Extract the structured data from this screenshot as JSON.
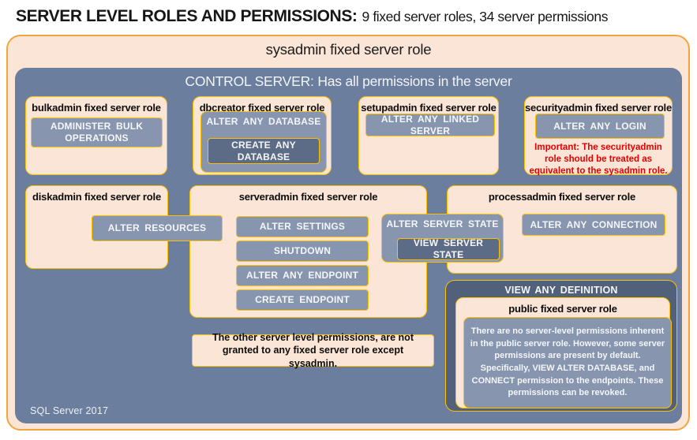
{
  "page_title": {
    "bold": "SERVER LEVEL ROLES AND PERMISSIONS:",
    "normal": "9 fixed server roles, 34 server permissions"
  },
  "sysadmin": {
    "title": "sysadmin fixed server role"
  },
  "control": {
    "title": "CONTROL SERVER: Has all permissions in the server",
    "footer": "SQL Server 2017"
  },
  "roles": {
    "bulkadmin": {
      "title": "bulkadmin fixed server role",
      "permission": "ADMINISTER BULK OPERATIONS"
    },
    "dbcreator": {
      "title": "dbcreator fixed server role",
      "outer_permission": "ALTER ANY DATABASE",
      "inner_permission": "CREATE ANY DATABASE"
    },
    "setupadmin": {
      "title": "setupadmin fixed server role",
      "permission": "ALTER ANY LINKED SERVER"
    },
    "securityadmin": {
      "title": "securityadmin fixed server role",
      "permission": "ALTER ANY LOGIN",
      "warning": "Important: The securityadmin role should be treated as equivalent to the sysadmin role."
    },
    "diskadmin": {
      "title": "diskadmin fixed server role",
      "permission": "ALTER RESOURCES"
    },
    "serveradmin": {
      "title": "serveradmin fixed server role",
      "permissions": [
        "ALTER SETTINGS",
        "SHUTDOWN",
        "ALTER ANY ENDPOINT",
        "CREATE ENDPOINT"
      ],
      "shared_outer": "ALTER SERVER STATE",
      "shared_inner": "VIEW SERVER STATE"
    },
    "processadmin": {
      "title": "processadmin fixed server role",
      "permission": "ALTER ANY CONNECTION"
    },
    "public": {
      "outer_permission": "VIEW ANY DEFINITION",
      "title": "public fixed server role",
      "description": "There are no server-level permissions inherent in the public server role. However, some server permissions are present by default. Specifically, VIEW ALTER DATABASE, and CONNECT permission to the endpoints. These permissions can be revoked."
    }
  },
  "note": "The other server level permissions, are not granted to any fixed server role except sysadmin.",
  "colors": {
    "peach": "#fbe5d6",
    "outer_border_orange": "#f0a63c",
    "gold_border": "#ffc000",
    "main_blue": "#6b7e9e",
    "button_blue": "#8795ae",
    "dark_button_blue": "#5d6c86",
    "vad_dark_blue": "#516179",
    "warning_red": "#e60000"
  }
}
